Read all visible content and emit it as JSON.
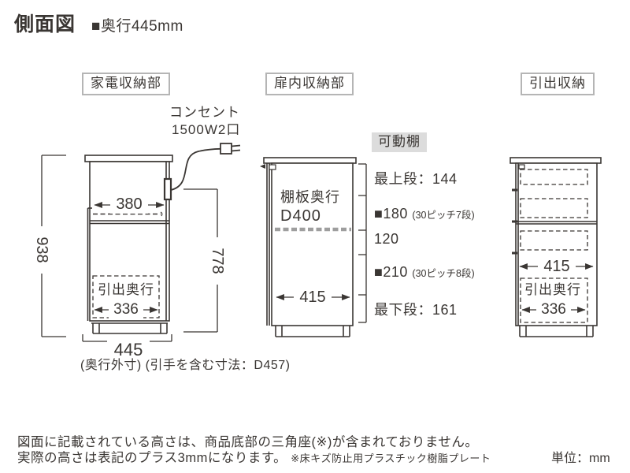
{
  "title": "側面図",
  "subtitle": "■奥行445mm",
  "sections": {
    "appliance": {
      "label": "家電収納部",
      "outlet_line1": "コンセント",
      "outlet_line2": "1500W2口",
      "height_total": "938",
      "top_inner_width": "380",
      "inner_height": "778",
      "drawer_depth_label": "引出奥行",
      "drawer_depth": "336",
      "outer_depth": "445",
      "depth_caption": "(奥行外寸) (引手を含む寸法：D457)"
    },
    "door": {
      "label": "扉内収納部",
      "movable_shelf_badge": "可動棚",
      "shelf_depth_line1": "棚板奥行",
      "shelf_depth_line2": "D400",
      "inner_depth": "415",
      "spec_top": "最上段：144",
      "spec_pitch1_main": "■180",
      "spec_pitch1_sub": "(30ピッチ7段)",
      "spec_mid": "120",
      "spec_pitch2_main": "■210",
      "spec_pitch2_sub": "(30ピッチ8段)",
      "spec_bottom": "最下段：161"
    },
    "drawer": {
      "label": "引出収納",
      "inner_depth": "415",
      "drawer_depth_label": "引出奥行",
      "drawer_depth": "336"
    }
  },
  "footer": {
    "note_line1": "図面に記載されている高さは、商品底部の三角座(※)が含まれておりません。",
    "note_line2": "実際の高さは表記のプラス3mmになります。",
    "note_small": "※床キズ防止用プラスチック樹脂プレート",
    "unit": "単位：mm"
  },
  "colors": {
    "line": "#3a3633",
    "label_border": "#b5b5b5",
    "shelf_gray": "#9e9e9e",
    "badge_bg": "#dcdcdc"
  }
}
